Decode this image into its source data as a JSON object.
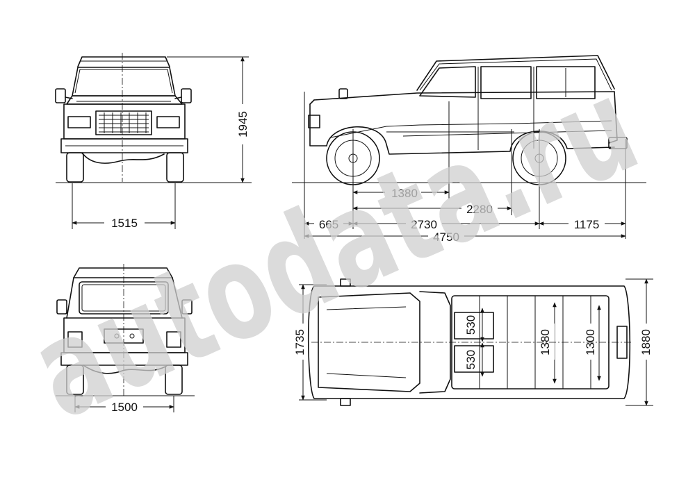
{
  "watermark": "autodata.ru",
  "front_view": {
    "width": "1515",
    "height": "1945"
  },
  "side_view": {
    "front_axle_to_pedal": "1380",
    "front_axle_to_rear_seat": "2280",
    "front_overhang": "665",
    "wheelbase": "2730",
    "rear_overhang": "1175",
    "overall_length": "4750"
  },
  "rear_view": {
    "track": "1500"
  },
  "top_view": {
    "front_width": "1735",
    "overall_width": "1880",
    "seat_width_1": "530",
    "seat_width_2": "530",
    "rear_seat_width": "1380",
    "cargo_width": "1300"
  }
}
